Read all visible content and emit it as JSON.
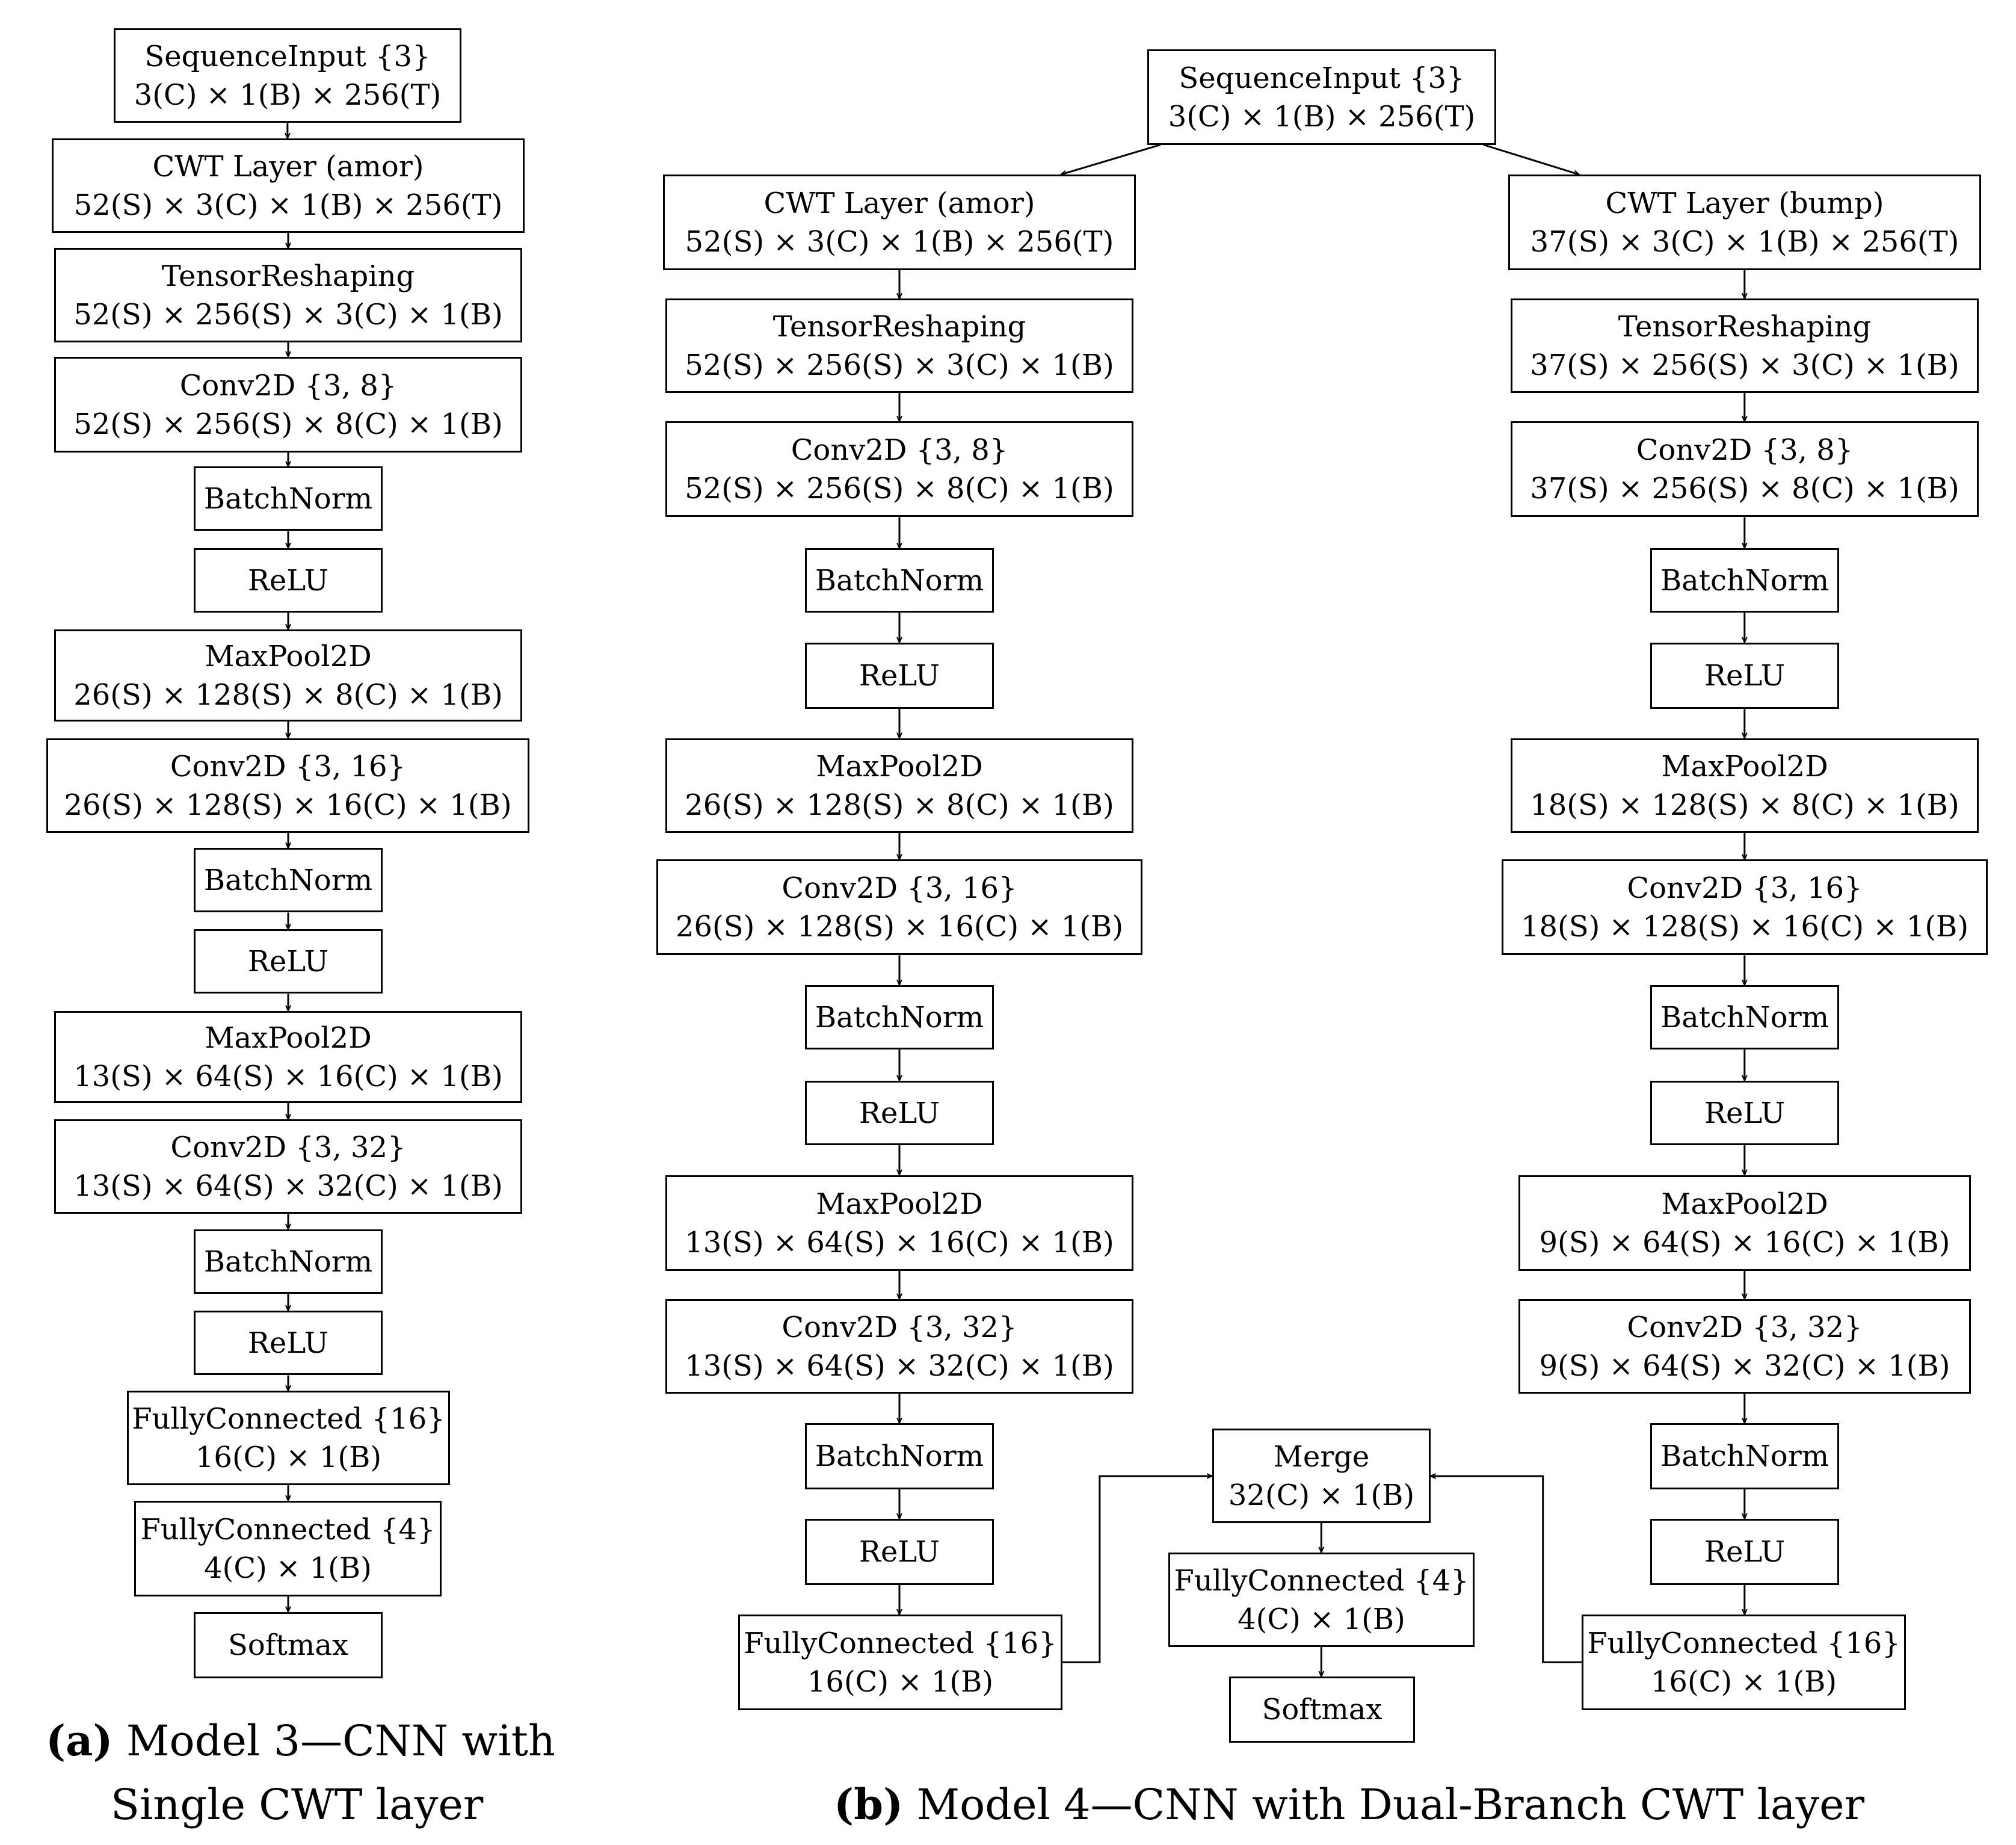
{
  "diagrams": [
    {
      "id": "a",
      "nodes": [
        {
          "l1": "SequenceInput {3}",
          "l2": "3(C) × 1(B) × 256(T)"
        },
        {
          "l1": "CWT Layer (amor)",
          "l2": "52(S) × 3(C) × 1(B) × 256(T)"
        },
        {
          "l1": "TensorReshaping",
          "l2": "52(S) × 256(S) × 3(C) × 1(B)"
        },
        {
          "l1": "Conv2D {3, 8}",
          "l2": "52(S) × 256(S) × 8(C) × 1(B)"
        },
        {
          "l1": "BatchNorm"
        },
        {
          "l1": "ReLU"
        },
        {
          "l1": "MaxPool2D",
          "l2": "26(S) × 128(S) × 8(C) × 1(B)"
        },
        {
          "l1": "Conv2D {3, 16}",
          "l2": "26(S) × 128(S) × 16(C) × 1(B)"
        },
        {
          "l1": "BatchNorm"
        },
        {
          "l1": "ReLU"
        },
        {
          "l1": "MaxPool2D",
          "l2": "13(S) × 64(S) × 16(C) × 1(B)"
        },
        {
          "l1": "Conv2D {3, 32}",
          "l2": "13(S) × 64(S) × 32(C) × 1(B)"
        },
        {
          "l1": "BatchNorm"
        },
        {
          "l1": "ReLU"
        },
        {
          "l1": "FullyConnected {16}",
          "l2": "16(C) × 1(B)"
        },
        {
          "l1": "FullyConnected {4}",
          "l2": "4(C) × 1(B)"
        },
        {
          "l1": "Softmax"
        }
      ]
    },
    {
      "id": "b",
      "input": {
        "l1": "SequenceInput {3}",
        "l2": "3(C) × 1(B) × 256(T)"
      },
      "left_branch": [
        {
          "l1": "CWT Layer (amor)",
          "l2": "52(S) × 3(C) × 1(B) × 256(T)"
        },
        {
          "l1": "TensorReshaping",
          "l2": "52(S) × 256(S) × 3(C) × 1(B)"
        },
        {
          "l1": "Conv2D {3, 8}",
          "l2": "52(S) × 256(S) × 8(C) × 1(B)"
        },
        {
          "l1": "BatchNorm"
        },
        {
          "l1": "ReLU"
        },
        {
          "l1": "MaxPool2D",
          "l2": "26(S) × 128(S) × 8(C) × 1(B)"
        },
        {
          "l1": "Conv2D {3, 16}",
          "l2": "26(S) × 128(S) × 16(C) × 1(B)"
        },
        {
          "l1": "BatchNorm"
        },
        {
          "l1": "ReLU"
        },
        {
          "l1": "MaxPool2D",
          "l2": "13(S) × 64(S) × 16(C) × 1(B)"
        },
        {
          "l1": "Conv2D {3, 32}",
          "l2": "13(S) × 64(S) × 32(C) × 1(B)"
        },
        {
          "l1": "BatchNorm"
        },
        {
          "l1": "ReLU"
        },
        {
          "l1": "FullyConnected {16}",
          "l2": "16(C) × 1(B)"
        }
      ],
      "right_branch": [
        {
          "l1": "CWT Layer (bump)",
          "l2": "37(S) × 3(C) × 1(B) × 256(T)"
        },
        {
          "l1": "TensorReshaping",
          "l2": "37(S) × 256(S) × 3(C) × 1(B)"
        },
        {
          "l1": "Conv2D {3, 8}",
          "l2": "37(S) × 256(S) × 8(C) × 1(B)"
        },
        {
          "l1": "BatchNorm"
        },
        {
          "l1": "ReLU"
        },
        {
          "l1": "MaxPool2D",
          "l2": "18(S) × 128(S) × 8(C) × 1(B)"
        },
        {
          "l1": "Conv2D {3, 16}",
          "l2": "18(S) × 128(S) × 16(C) × 1(B)"
        },
        {
          "l1": "BatchNorm"
        },
        {
          "l1": "ReLU"
        },
        {
          "l1": "MaxPool2D",
          "l2": "9(S) × 64(S) × 16(C) × 1(B)"
        },
        {
          "l1": "Conv2D {3, 32}",
          "l2": "9(S) × 64(S) × 32(C) × 1(B)"
        },
        {
          "l1": "BatchNorm"
        },
        {
          "l1": "ReLU"
        },
        {
          "l1": "FullyConnected {16}",
          "l2": "16(C) × 1(B)"
        }
      ],
      "merge": {
        "l1": "Merge",
        "l2": "32(C) × 1(B)"
      },
      "head": [
        {
          "l1": "FullyConnected {4}",
          "l2": "4(C) × 1(B)"
        },
        {
          "l1": "Softmax"
        }
      ]
    }
  ],
  "captions": {
    "a": {
      "tag": "(a)",
      "line1": "Model 3—CNN with",
      "line2": "Single CWT layer"
    },
    "b": {
      "tag": "(b)",
      "text": "Model 4—CNN with Dual-Branch CWT layer"
    }
  }
}
